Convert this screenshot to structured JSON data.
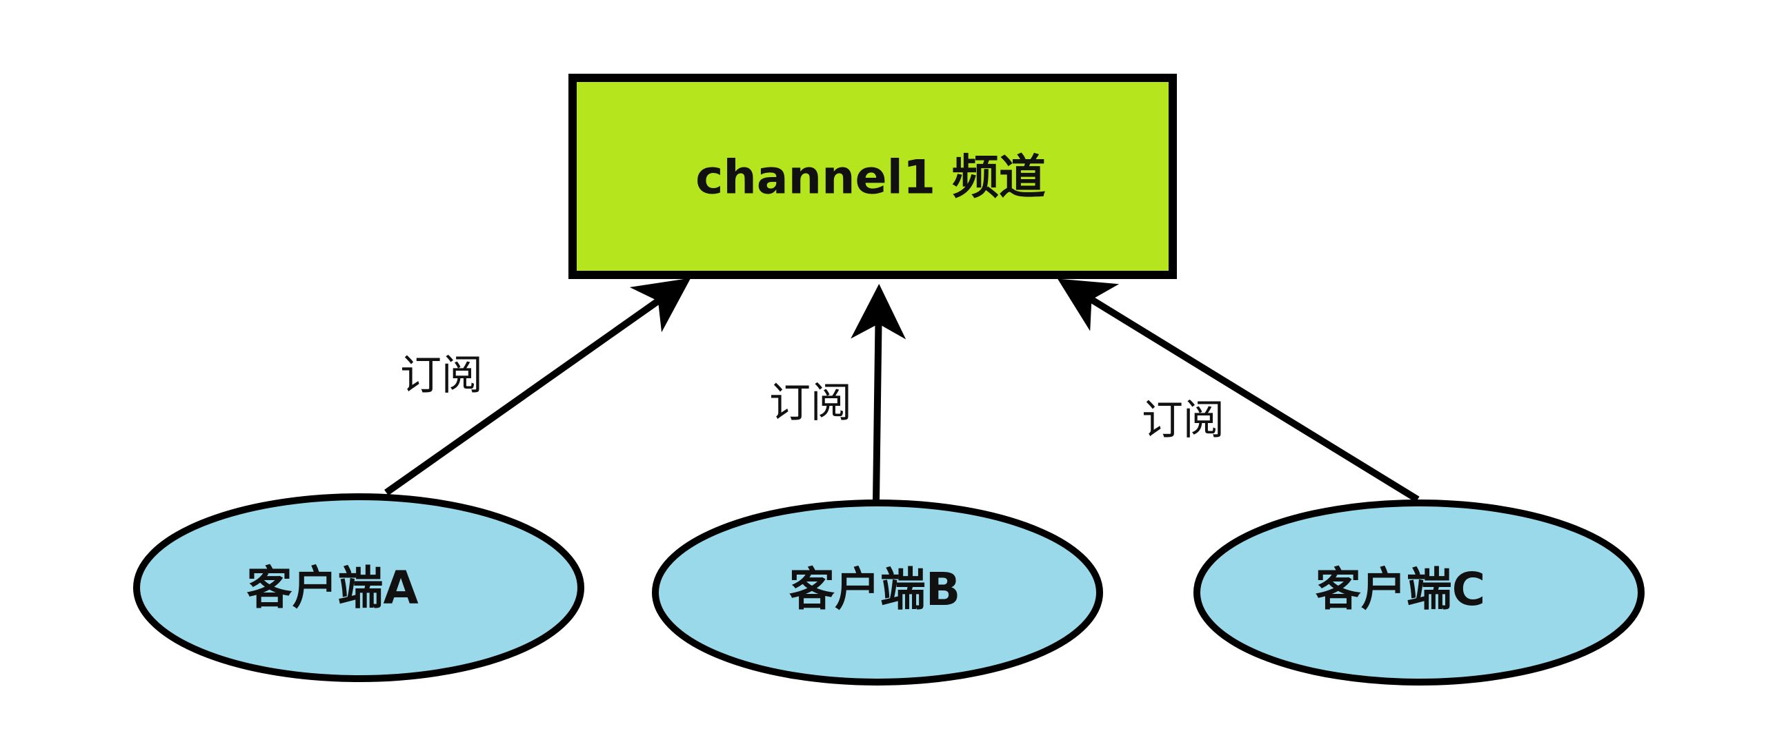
{
  "channel": {
    "label": "channel1 频道",
    "fill": "#b5e61d",
    "stroke": "#000000"
  },
  "clients": [
    {
      "label": "客户端A"
    },
    {
      "label": "客户端B"
    },
    {
      "label": "客户端C"
    }
  ],
  "client_style": {
    "fill": "#99d9ea",
    "stroke": "#000000"
  },
  "edges": [
    {
      "label": "订阅"
    },
    {
      "label": "订阅"
    },
    {
      "label": "订阅"
    }
  ]
}
